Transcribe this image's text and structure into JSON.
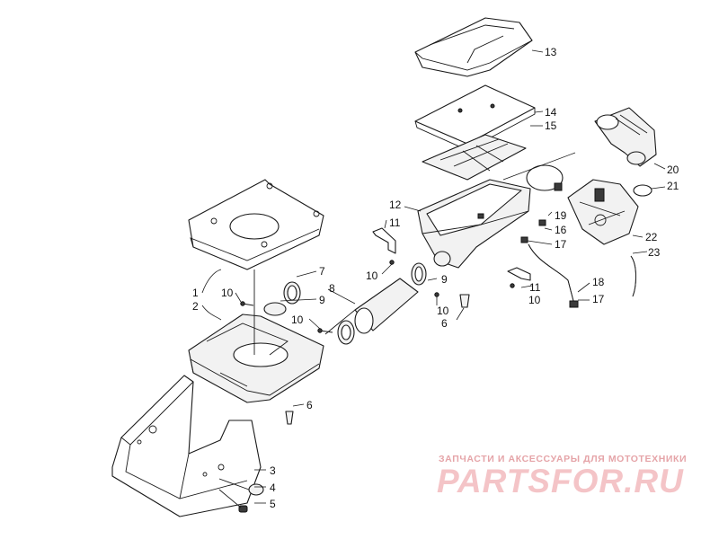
{
  "callouts": {
    "c1": "1",
    "c2": "2",
    "c3": "3",
    "c4": "4",
    "c5": "5",
    "c6a": "6",
    "c6b": "6",
    "c7": "7",
    "c8": "8",
    "c9a": "9",
    "c9b": "9",
    "c10a": "10",
    "c10b": "10",
    "c10c": "10",
    "c10d": "10",
    "c10e": "10",
    "c11a": "11",
    "c11b": "11",
    "c12": "12",
    "c13": "13",
    "c14": "14",
    "c15": "15",
    "c16": "16",
    "c17a": "17",
    "c17b": "17",
    "c18": "18",
    "c19": "19",
    "c20": "20",
    "c21": "21",
    "c22": "22",
    "c23": "23"
  },
  "watermark": {
    "tagline": "ЗАПЧАСТИ И АКСЕССУАРЫ ДЛЯ МОТОТЕХНИКИ",
    "logo": "PARTSFOR.RU"
  },
  "colors": {
    "line": "#1a1a1a",
    "watermark": "#f4c4c7",
    "background": "#ffffff"
  }
}
